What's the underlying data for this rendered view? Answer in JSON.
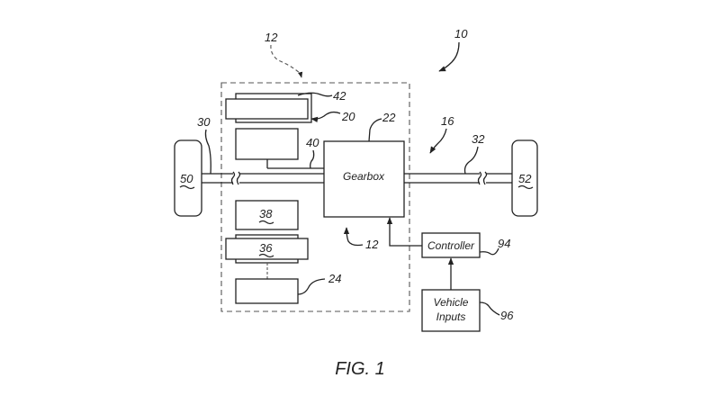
{
  "figure": {
    "caption": "FIG. 1",
    "reference_numerals": {
      "system": "10",
      "powertrain_top": "12",
      "powertrain_bottom": "12",
      "output": "16",
      "electric_machine": "20",
      "gearbox": "22",
      "engine": "24",
      "input_shaft": "30",
      "output_shaft": "32",
      "clutch": "36",
      "battery": "38",
      "connecting_shaft": "40",
      "rotor_element": "42",
      "wheel_left": "50",
      "wheel_right": "52",
      "controller": "94",
      "vehicle_inputs": "96"
    },
    "blocks": {
      "gearbox_label": "Gearbox",
      "controller_label": "Controller",
      "vehicle_inputs_line1": "Vehicle",
      "vehicle_inputs_line2": "Inputs"
    }
  }
}
